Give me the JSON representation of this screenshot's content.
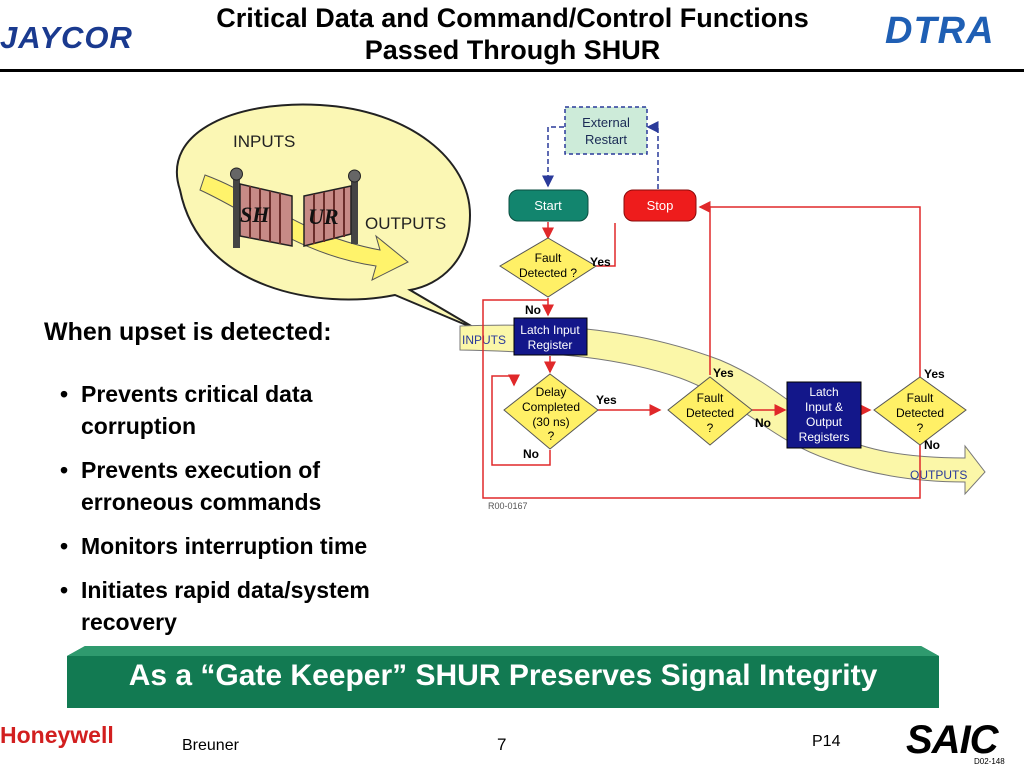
{
  "header": {
    "title_line1": "Critical Data and Command/Control Functions",
    "title_line2": "Passed Through SHUR",
    "logo_left": "JAYCOR",
    "logo_right": "DTRA"
  },
  "gate_illustration": {
    "inputs_label": "INPUTS",
    "outputs_label": "OUTPUTS",
    "gate_left_text": "SH",
    "gate_right_text": "UR"
  },
  "flowchart": {
    "external_restart": [
      "External",
      "Restart"
    ],
    "start": "Start",
    "stop": "Stop",
    "fault_detected_1": [
      "Fault",
      "Detected ?"
    ],
    "latch_input_register": [
      "Latch Input",
      "Register"
    ],
    "delay_completed": [
      "Delay",
      "Completed",
      "(30 ns)",
      "?"
    ],
    "fault_detected_2": [
      "Fault",
      "Detected",
      "?"
    ],
    "latch_io_registers": [
      "Latch",
      "Input &",
      "Output",
      "Registers"
    ],
    "fault_detected_3": [
      "Fault",
      "Detected",
      "?"
    ],
    "yes": "Yes",
    "no": "No",
    "inputs_label": "INPUTS",
    "outputs_label": "OUTPUTS",
    "figure_id": "R00-0167"
  },
  "bullets": {
    "heading": "When upset is detected:",
    "items": [
      [
        "Prevents critical data",
        "corruption"
      ],
      [
        "Prevents execution of",
        "erroneous commands"
      ],
      [
        "Monitors interruption time"
      ],
      [
        "Initiates rapid data/system",
        "recovery"
      ]
    ]
  },
  "banner": {
    "text": "As a “Gate Keeper” SHUR Preserves Signal Integrity",
    "color": "#127a52"
  },
  "footer": {
    "logo_left": "Honeywell",
    "author": "Breuner",
    "page": "7",
    "code": "P14",
    "logo_right": "SAIC",
    "doc_id": "D02-148"
  },
  "colors": {
    "start_fill": "#12856e",
    "stop_fill": "#ee1c1c",
    "diamond_fill": "#fff066",
    "register_fill": "#13178a",
    "restart_fill": "#cdebd9",
    "arrow_red": "#e0282a",
    "arrow_blue": "#2a3a9a",
    "path_yellow": "#fbf7a8"
  }
}
